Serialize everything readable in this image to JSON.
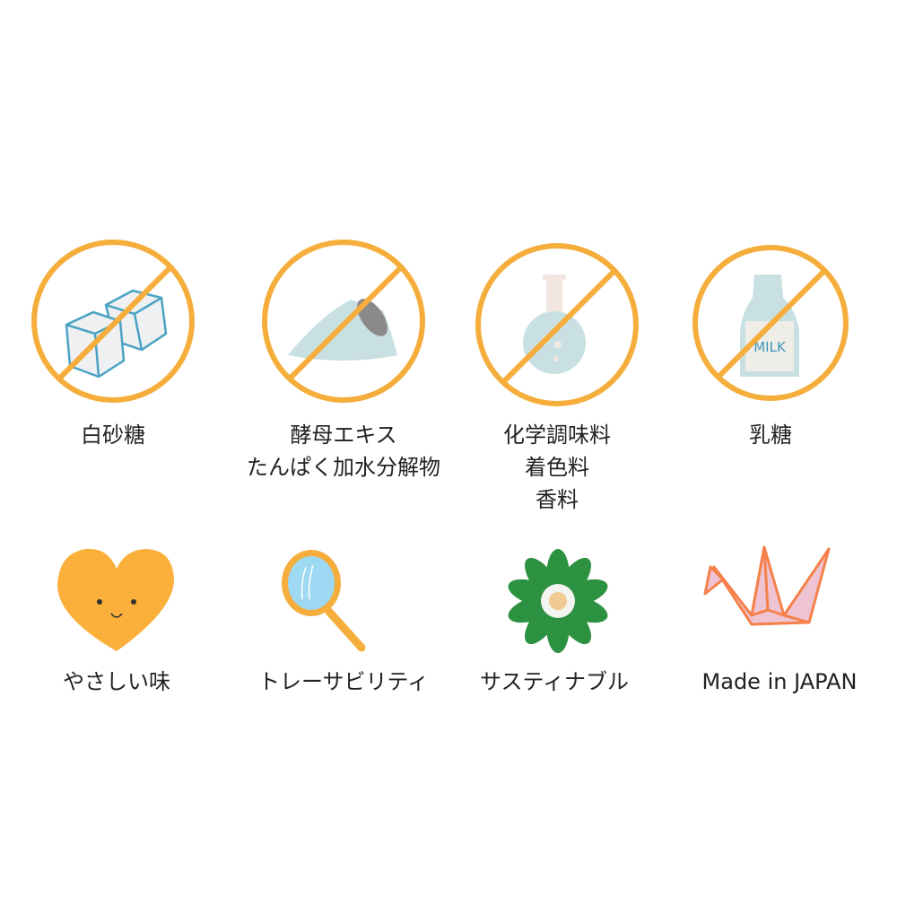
{
  "colors": {
    "accent": "#F5AD3B",
    "text": "#222222",
    "heart": "#FBB03B",
    "leaf": "#2C9140",
    "crane_stroke": "#F5804A",
    "crane_fill": "#EFC4D2"
  },
  "free_from": [
    {
      "icon": "sugar-cubes-icon",
      "lines": [
        "白砂糖"
      ]
    },
    {
      "icon": "yeast-pile-icon",
      "lines": [
        "酵母エキス",
        "たんぱく加水分解物"
      ]
    },
    {
      "icon": "flask-icon",
      "lines": [
        "化学調味料",
        "着色料",
        "香料"
      ]
    },
    {
      "icon": "milk-bottle-icon",
      "lines": [
        "乳糖"
      ],
      "bottle_text": "MILK"
    }
  ],
  "features": [
    {
      "icon": "smiling-heart-icon",
      "label": "やさしい味"
    },
    {
      "icon": "magnifying-glass-icon",
      "label": "トレーサビリティ"
    },
    {
      "icon": "flower-icon",
      "label": "サスティナブル"
    },
    {
      "icon": "paper-crane-icon",
      "label": "Made in JAPAN"
    }
  ]
}
